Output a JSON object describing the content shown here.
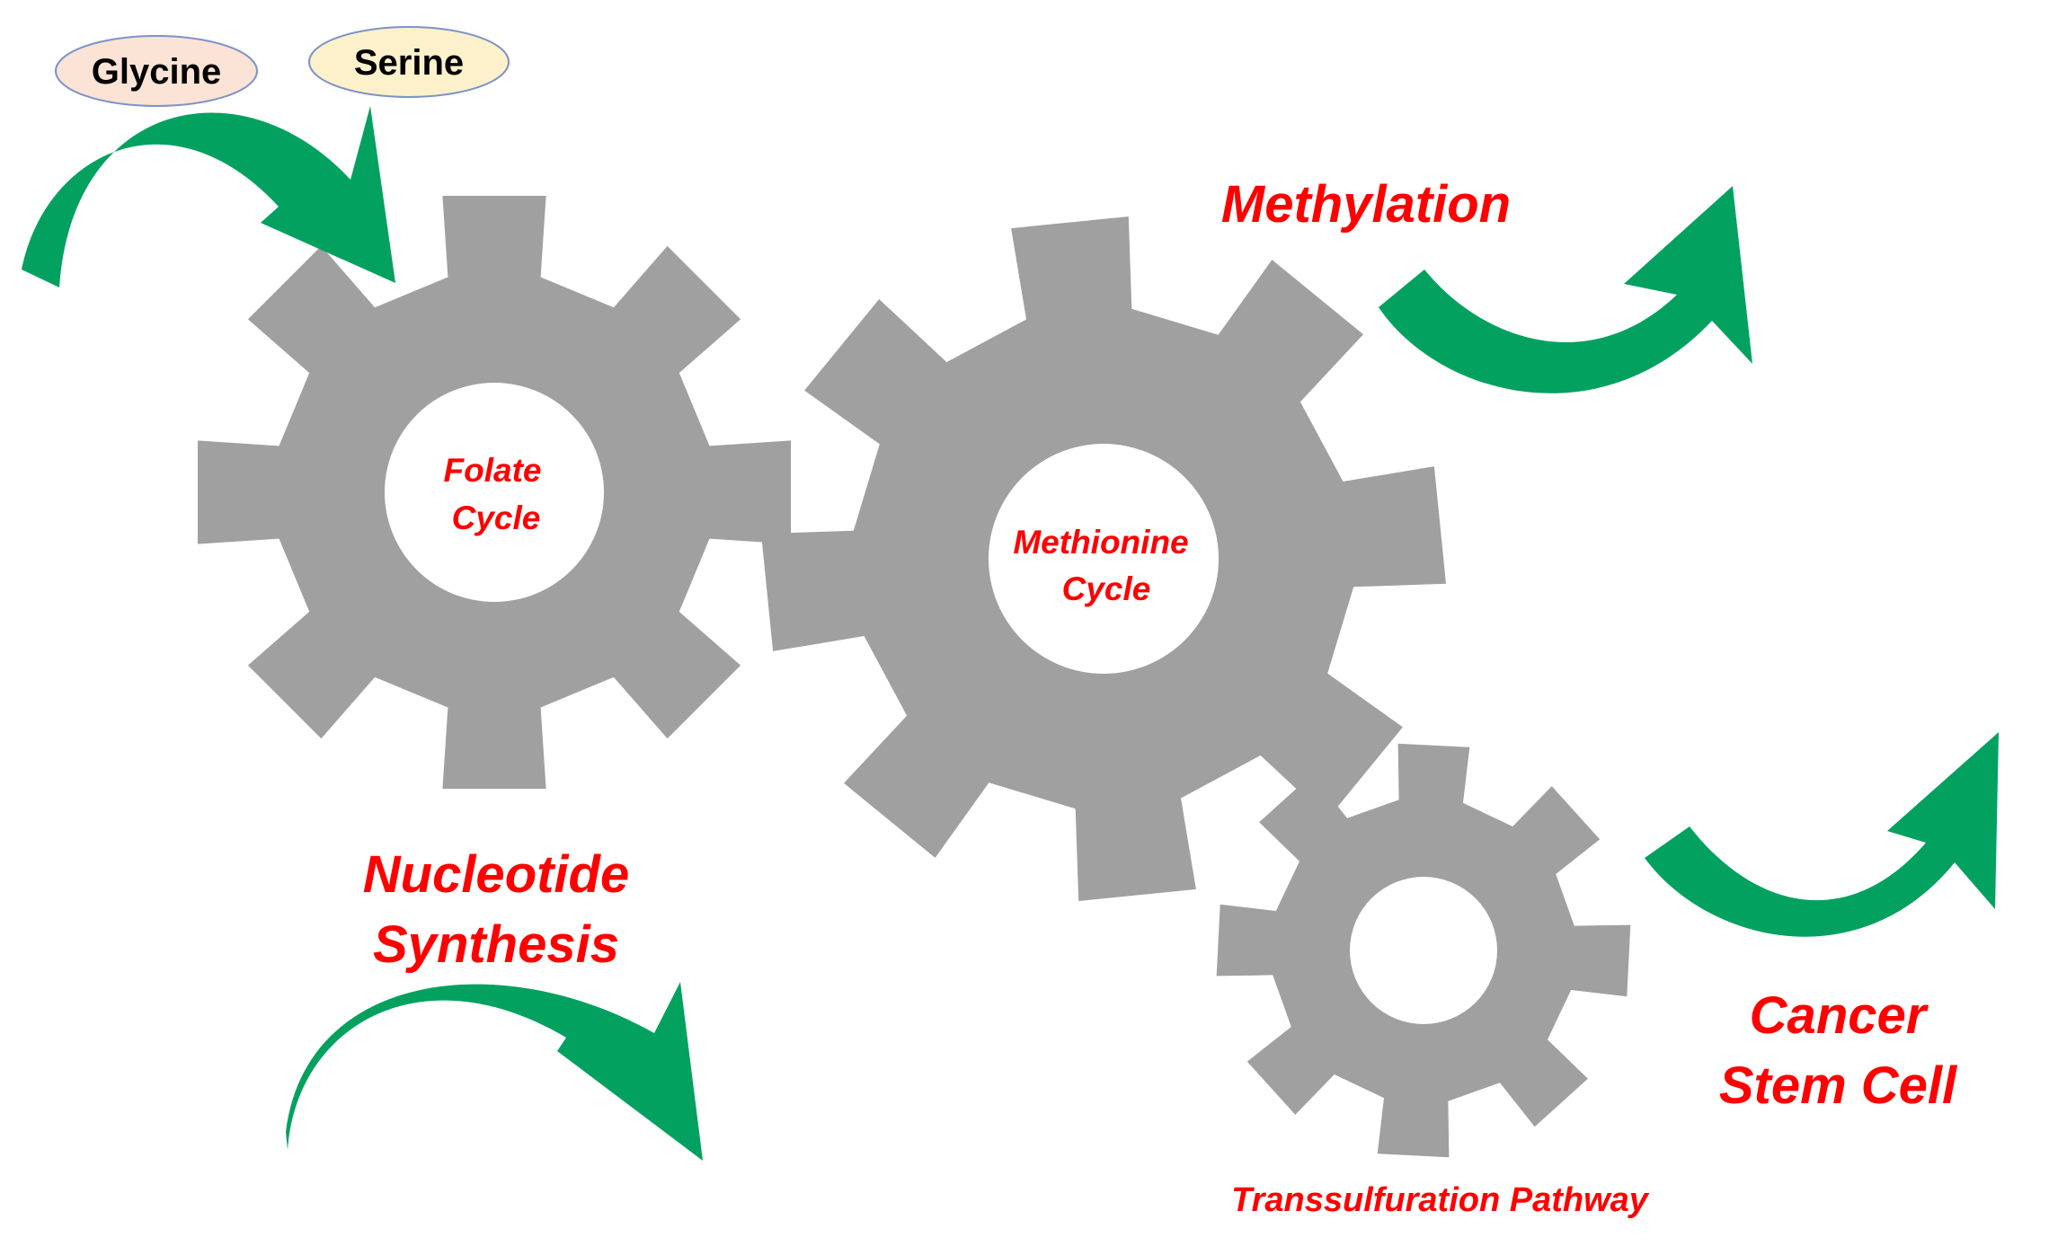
{
  "inputs": [
    {
      "label": "Glycine",
      "fill": "#fbe3d5",
      "stroke": "#7d93c9"
    },
    {
      "label": "Serine",
      "fill": "#fdf1cb",
      "stroke": "#7d93c9"
    }
  ],
  "gears": {
    "folate": {
      "line1": "Folate",
      "line2": "Cycle"
    },
    "methionine": {
      "line1": "Methionine",
      "line2": "Cycle"
    },
    "transsulfuration": {
      "label": "Transsulfuration Pathway"
    }
  },
  "outputs": {
    "methylation": "Methylation",
    "nucleotide_1": "Nucleotide",
    "nucleotide_2": "Synthesis",
    "cancer_1": "Cancer",
    "cancer_2": "Stem Cell"
  },
  "colors": {
    "gear": "#a0a0a0",
    "arrow": "#03a15f",
    "text_red": "#ff0000"
  }
}
